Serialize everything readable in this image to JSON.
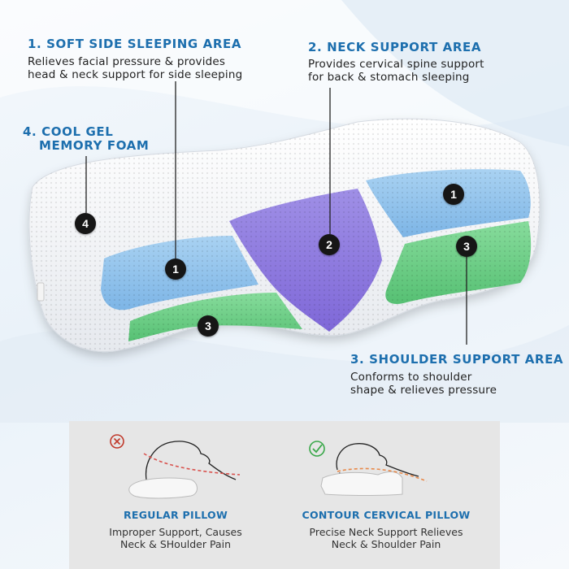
{
  "features": {
    "soft_side": {
      "number": "1",
      "title": "1. SOFT SIDE SLEEPING AREA",
      "desc_line1": "Relieves facial pressure & provides",
      "desc_line2": "head & neck support for side sleeping"
    },
    "neck_support": {
      "number": "2",
      "title": "2. NECK SUPPORT AREA",
      "desc_line1": "Provides cervical spine support",
      "desc_line2": "for back & stomach sleeping"
    },
    "shoulder_support": {
      "number": "3",
      "title": "3. SHOULDER SUPPORT AREA",
      "desc_line1": "Conforms to shoulder",
      "desc_line2": "shape & relieves pressure"
    },
    "cool_gel": {
      "number": "4",
      "title_line1": "4. COOL GEL",
      "title_line2": "MEMORY FOAM"
    }
  },
  "comparison": {
    "regular": {
      "title": "REGULAR PILLOW",
      "desc_line1": "Improper Support, Causes",
      "desc_line2": "Neck & SHoulder Pain",
      "icon": "cross-circle-icon"
    },
    "contour": {
      "title": "CONTOUR CERVICAL PILLOW",
      "desc_line1": "Precise Neck Support Relieves",
      "desc_line2": "Neck & Shoulder Pain",
      "icon": "check-circle-icon"
    }
  },
  "colors": {
    "heading_blue": "#1d6fae",
    "gel_blue": "#8fc2ec",
    "gel_purple": "#8b78df",
    "gel_green": "#6ed08a",
    "cross_red": "#c0392b",
    "check_green": "#3aa84a",
    "spine_red": "#d9534f",
    "spine_orange": "#e8894a"
  }
}
